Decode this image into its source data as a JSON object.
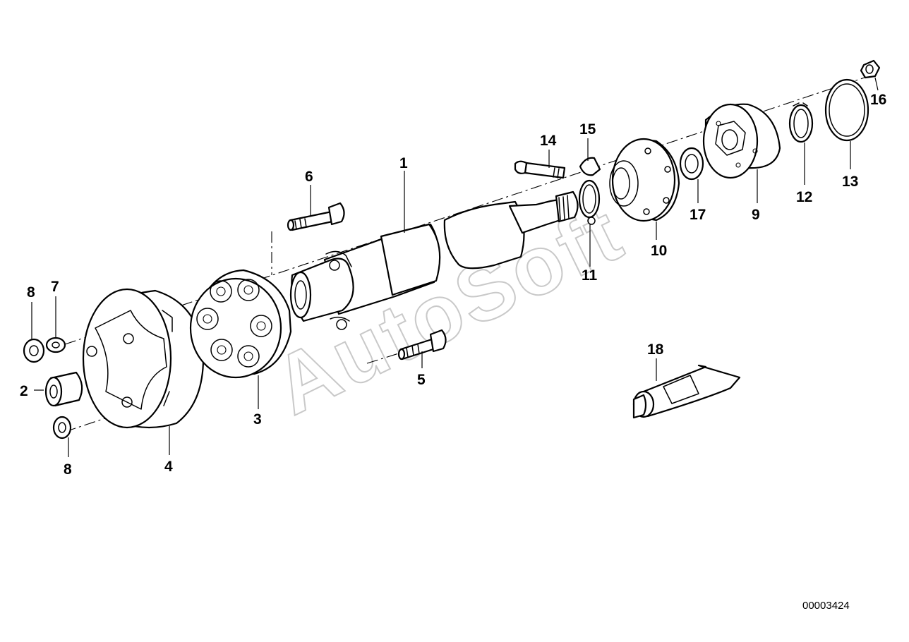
{
  "watermark": "AutoSoft",
  "reference_number": "00003424",
  "callouts": {
    "c1": "1",
    "c2": "2",
    "c3": "3",
    "c4": "4",
    "c5": "5",
    "c6": "6",
    "c7": "7",
    "c8a": "8",
    "c8b": "8",
    "c9": "9",
    "c10": "10",
    "c11": "11",
    "c12": "12",
    "c13": "13",
    "c14": "14",
    "c15": "15",
    "c16": "16",
    "c17": "17",
    "c18": "18"
  },
  "colors": {
    "line": "#000000",
    "background": "#ffffff",
    "watermark": "#c9c9c9"
  }
}
